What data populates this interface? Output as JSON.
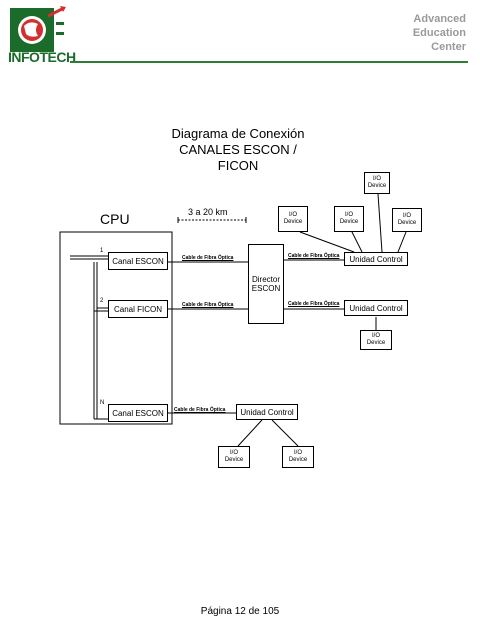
{
  "header": {
    "logo_text": "INFOTECH",
    "org_lines": [
      "Advanced",
      "Education",
      "Center"
    ]
  },
  "diagram": {
    "title_lines": [
      "Diagrama de Conexión",
      "CANALES ESCON /",
      "FICON"
    ],
    "cpu_label": "CPU",
    "distance_label": "3 a 20 km",
    "channel_numbers": [
      "1",
      "2",
      "N"
    ],
    "channels": [
      "Canal ESCON",
      "Canal FICON",
      "Canal ESCON"
    ],
    "cable_label": "Cable de Fibra Óptica",
    "director_lines": [
      "Director",
      "ESCON"
    ],
    "control_unit_label": "Unidad Control",
    "io_device_lines": [
      "I/O",
      "Device"
    ]
  },
  "footer": {
    "page_label": "Página 12 de 105"
  },
  "colors": {
    "brand_green": "#2e7d32",
    "header_gray": "#9a9a9a"
  }
}
